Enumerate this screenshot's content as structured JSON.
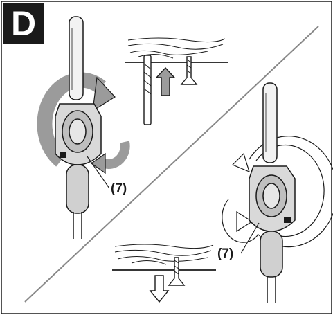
{
  "badge": {
    "letter": "D"
  },
  "callouts": {
    "top_left": "(7)",
    "bottom_right": "(7)"
  },
  "colors": {
    "line": "#1a1a1a",
    "arrow_fill_dark": "#9b9b9b",
    "arrow_fill_light": "#ffffff",
    "wood": "#ffffff",
    "badge_bg": "#1a1a1a"
  },
  "icons": [
    "drill-icon",
    "screw-icon",
    "drill-bit-icon",
    "rotation-arrow-icon",
    "direction-arrow-icon",
    "wood-board-icon"
  ]
}
